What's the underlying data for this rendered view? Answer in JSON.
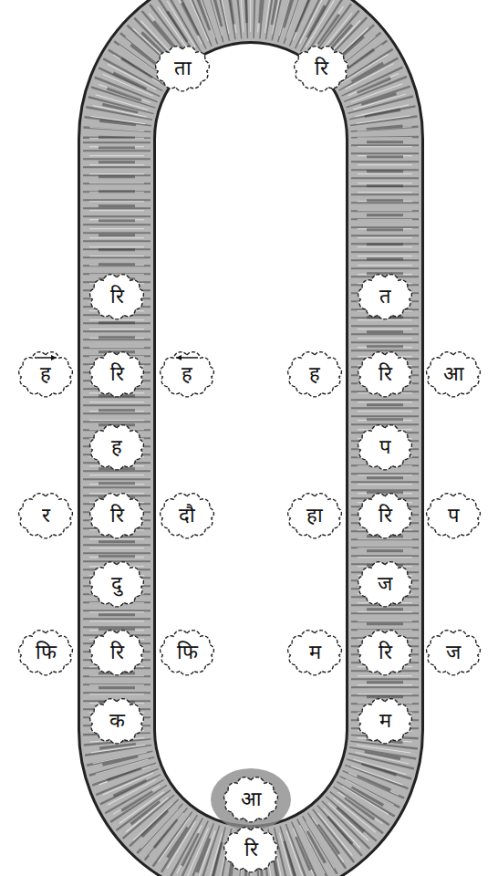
{
  "diagram": {
    "nodes": [
      {
        "text": [
          "ता"
        ]
      },
      {
        "text": [
          "रि"
        ]
      },
      {
        "text": [
          "रि"
        ]
      },
      {
        "text": [
          "त"
        ]
      },
      {
        "text": [
          "ह"
        ]
      },
      {
        "text": [
          "रि"
        ]
      },
      {
        "text": [
          "ह"
        ]
      },
      {
        "text": [
          "ह"
        ]
      },
      {
        "text": [
          "रि"
        ]
      },
      {
        "text": [
          "आ"
        ]
      },
      {
        "text": [
          "ह"
        ]
      },
      {
        "text": [
          "प"
        ]
      },
      {
        "text": [
          "र"
        ]
      },
      {
        "text": [
          "रि"
        ]
      },
      {
        "text": [
          "दौ"
        ]
      },
      {
        "text": [
          "हा"
        ]
      },
      {
        "text": [
          "रि"
        ]
      },
      {
        "text": [
          "प"
        ]
      },
      {
        "text": [
          "दु"
        ]
      },
      {
        "text": [
          "ज"
        ]
      },
      {
        "text": [
          "फि"
        ]
      },
      {
        "text": [
          "रि"
        ]
      },
      {
        "text": [
          "फि"
        ]
      },
      {
        "text": [
          "म"
        ]
      },
      {
        "text": [
          "रि"
        ]
      },
      {
        "text": [
          "ज"
        ]
      },
      {
        "text": [
          "क"
        ]
      },
      {
        "text": [
          "म"
        ]
      },
      {
        "text": [
          "आ"
        ]
      },
      {
        "text": [
          "रि"
        ]
      }
    ]
  }
}
